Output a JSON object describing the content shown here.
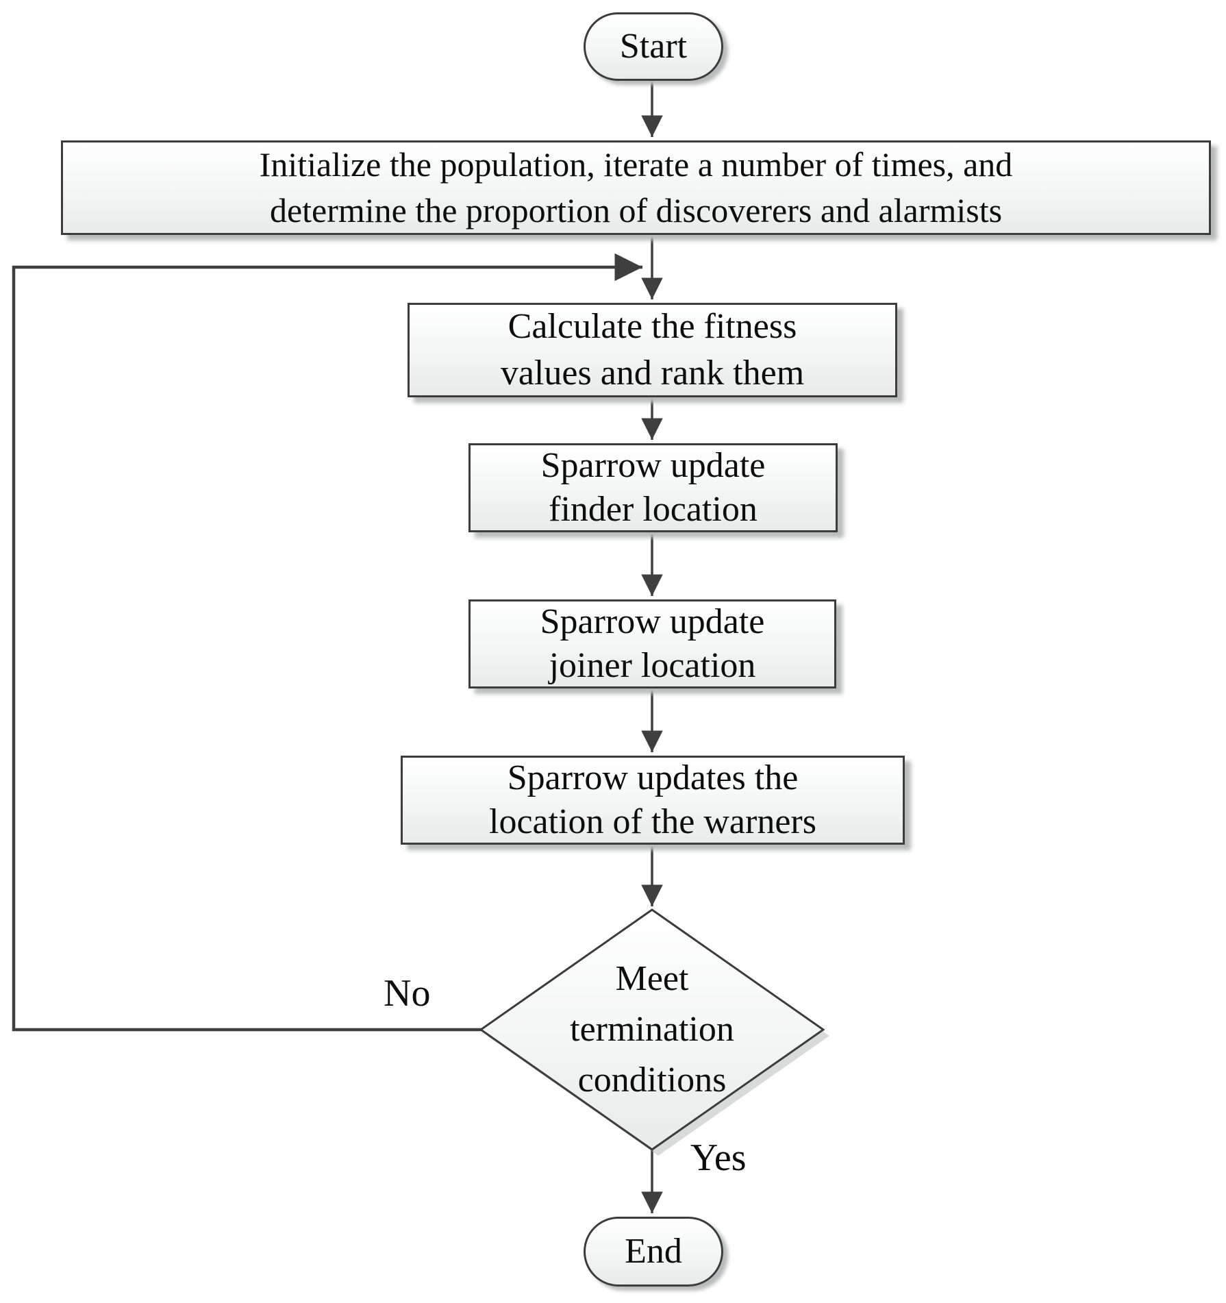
{
  "diagram": {
    "type": "flowchart",
    "nodes": {
      "start": {
        "label": "Start"
      },
      "init": {
        "lines": [
          "Initialize the population, iterate a number of times, and",
          "determine the proportion of discoverers and alarmists"
        ]
      },
      "fitness": {
        "lines": [
          "Calculate the fitness",
          "values and rank them"
        ]
      },
      "finder": {
        "lines": [
          "Sparrow update",
          "finder location"
        ]
      },
      "joiner": {
        "lines": [
          "Sparrow update",
          "joiner location"
        ]
      },
      "warners": {
        "lines": [
          "Sparrow updates the",
          "location of the warners"
        ]
      },
      "decision": {
        "lines": [
          "Meet",
          "termination",
          "conditions"
        ]
      },
      "end": {
        "label": "End"
      }
    },
    "edge_labels": {
      "no": "No",
      "yes": "Yes"
    },
    "colors": {
      "node_border": "#3c3c3c",
      "arrow": "#3f3f3f",
      "text": "#0d0d0d",
      "fill_top": "#ffffff",
      "fill_bottom": "#e9eaea",
      "shadow": "#b9bcbc"
    }
  }
}
